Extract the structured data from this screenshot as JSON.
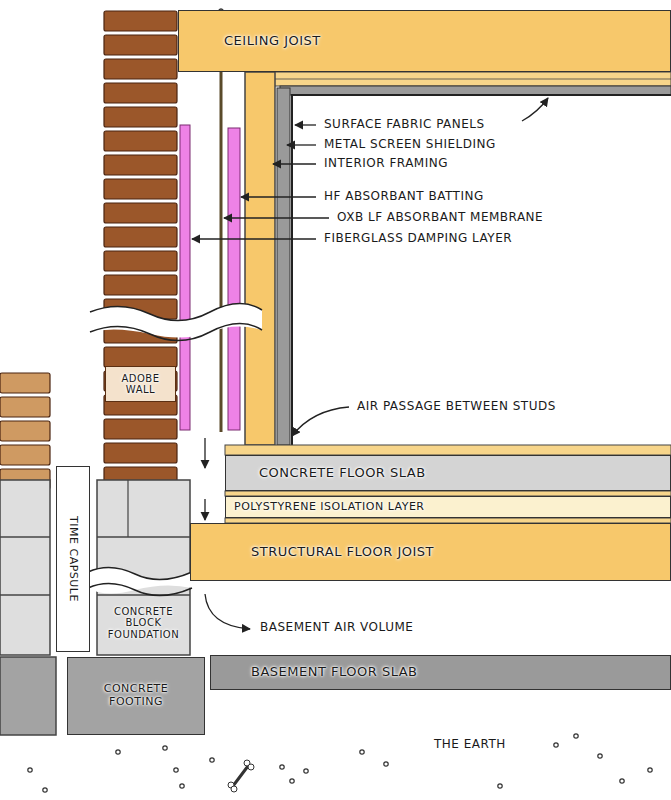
{
  "diagram": {
    "nodes": [
      {
        "text": [
          "CEILING JOIST"
        ]
      },
      {
        "text": [
          "ADOBE WALL"
        ]
      },
      {
        "text": [
          "CONCRETE FLOOR SLAB"
        ]
      },
      {
        "text": [
          "TIME CAPSULE"
        ]
      },
      {
        "text": [
          "POLYSTYRENE ISOLATION LAYER"
        ]
      },
      {
        "text": [
          "STRUCTURAL FLOOR JOIST"
        ]
      },
      {
        "text": [
          "CONCRETE BLOCK FOUNDATION"
        ]
      },
      {
        "text": [
          "BASEMENT FLOOR SLAB"
        ]
      },
      {
        "text": [
          "CONCRETE FOOTING"
        ]
      }
    ],
    "labels": [
      "SURFACE FABRIC PANELS",
      "METAL SCREEN SHIELDING",
      "INTERIOR FRAMING",
      "HF ABSORBANT BATTING",
      "OXB LF ABSORBANT MEMBRANE",
      "FIBERGLASS DAMPING LAYER",
      "AIR PASSAGE BETWEEN STUDS",
      "BASEMENT AIR VOLUME",
      "THE EARTH"
    ]
  }
}
